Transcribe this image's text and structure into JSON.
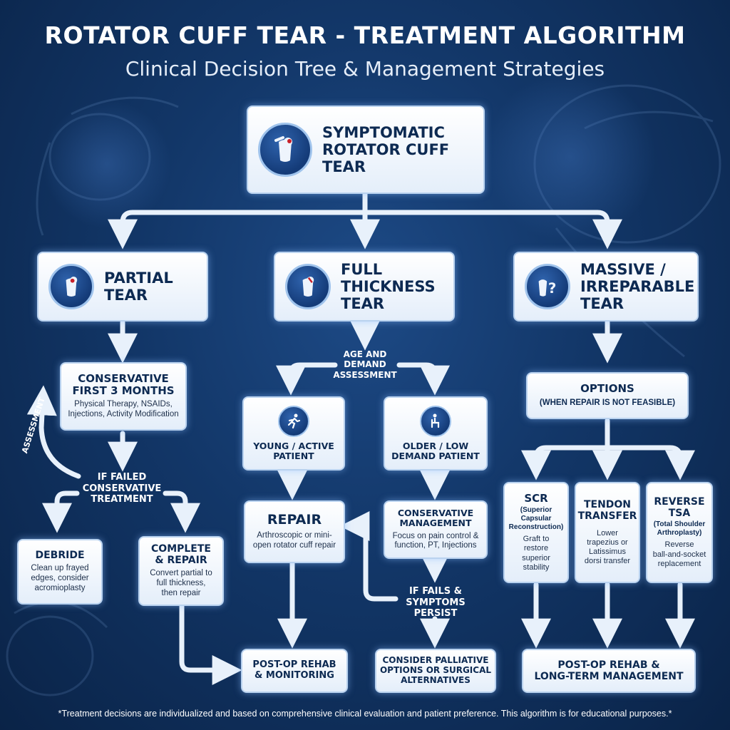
{
  "header": {
    "title": "ROTATOR CUFF TEAR - TREATMENT ALGORITHM",
    "subtitle": "Clinical Decision Tree & Management Strategies"
  },
  "colors": {
    "background": "#123667",
    "box": "#e4eefa",
    "arrow": "#e8f1fb",
    "accent": "#c8202a"
  },
  "icons": {
    "root": "shoulder-joint-icon",
    "partial": "shoulder-partial-tear-icon",
    "full": "shoulder-full-tear-icon",
    "massive": "shoulder-question-icon",
    "young": "running-person-icon",
    "older": "seated-person-icon"
  },
  "root": {
    "label": "SYMPTOMATIC\nROTATOR CUFF\nTEAR"
  },
  "partial": {
    "title": "PARTIAL\nTEAR",
    "conservative": {
      "title": "CONSERVATIVE\nFIRST 3 MONTHS",
      "text": "Physical Therapy, NSAIDs,\nInjections, Activity Modification"
    },
    "assessment": "ASSESSMENT",
    "if_failed": "IF FAILED\nCONSERVATIVE\nTREATMENT",
    "debride": {
      "title": "DEBRIDE",
      "text": "Clean up frayed\nedges, consider\nacromioplasty"
    },
    "complete_repair": {
      "title": "COMPLETE\n& REPAIR",
      "text": "Convert partial to\nfull thickness,\nthen repair"
    }
  },
  "full": {
    "title": "FULL\nTHICKNESS\nTEAR",
    "age_assessment": "AGE AND\nDEMAND\nASSESSMENT",
    "young": {
      "title": "YOUNG / ACTIVE\nPATIENT"
    },
    "older": {
      "title": "OLDER / LOW\nDEMAND PATIENT"
    },
    "repair": {
      "title": "REPAIR",
      "text": "Arthroscopic or mini-\nopen rotator cuff repair"
    },
    "conservative_mgmt": {
      "title": "CONSERVATIVE\nMANAGEMENT",
      "text": "Focus on pain control &\nfunction, PT, Injections"
    },
    "if_fails": "IF FAILS &\nSYMPTOMS\nPERSIST",
    "rehab": {
      "title": "POST-OP REHAB\n& MONITORING"
    },
    "palliative": {
      "title": "CONSIDER PALLIATIVE\nOPTIONS OR SURGICAL\nALTERNATIVES"
    }
  },
  "massive": {
    "title": "MASSIVE /\nIRREPARABLE\nTEAR",
    "options": {
      "title": "OPTIONS",
      "text": "(WHEN REPAIR IS NOT FEASIBLE)"
    },
    "scr": {
      "title": "SCR",
      "sub": "(Superior\nCapsular\nReconstruction)",
      "text": "Graft to\nrestore\nsuperior\nstability"
    },
    "tendon": {
      "title": "TENDON\nTRANSFER",
      "text": "Lower\ntrapezius or\nLatissimus\ndorsi transfer"
    },
    "rtsa": {
      "title": "REVERSE\nTSA",
      "sub": "(Total Shoulder\nArthroplasty)",
      "text": "Reverse\nball-and-socket\nreplacement"
    },
    "rehab": {
      "title": "POST-OP REHAB &\nLONG-TERM MANAGEMENT"
    }
  },
  "footer": "*Treatment decisions are individualized and based on comprehensive clinical evaluation and patient preference. This algorithm is for educational purposes.*"
}
